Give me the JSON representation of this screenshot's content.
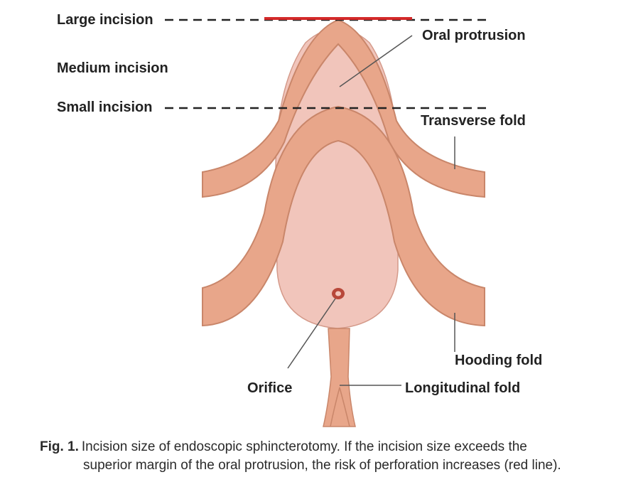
{
  "labels": {
    "large_incision": "Large incision",
    "medium_incision": "Medium incision",
    "small_incision": "Small incision",
    "oral_protrusion": "Oral protrusion",
    "transverse_fold": "Transverse fold",
    "hooding_fold": "Hooding fold",
    "orifice": "Orifice",
    "longitudinal_fold": "Longitudinal fold"
  },
  "caption": {
    "fig": "Fig. 1.",
    "line1": "Incision size of endoscopic sphincterotomy. If the incision size exceeds the",
    "line2": "superior margin of the oral protrusion, the risk of perforation increases (red line)."
  },
  "colors": {
    "fold": "#e8a68a",
    "fold_edge": "#c9866a",
    "protrusion": "#f1c5bb",
    "incision_red": "#d42a2a",
    "orifice_ring": "#b8483a"
  }
}
